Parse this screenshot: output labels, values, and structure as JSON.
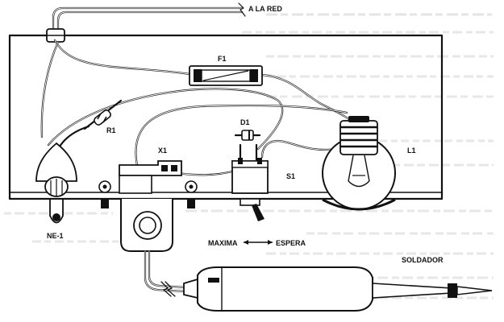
{
  "labels": {
    "mains": "A LA RED",
    "fuse": "F1",
    "resistor": "R1",
    "diode": "D1",
    "transformer": "X1",
    "switch": "S1",
    "lamp": "L1",
    "neon": "NE-1",
    "max": "MAXIMA",
    "standby": "ESPERA",
    "iron": "SOLDADOR"
  }
}
